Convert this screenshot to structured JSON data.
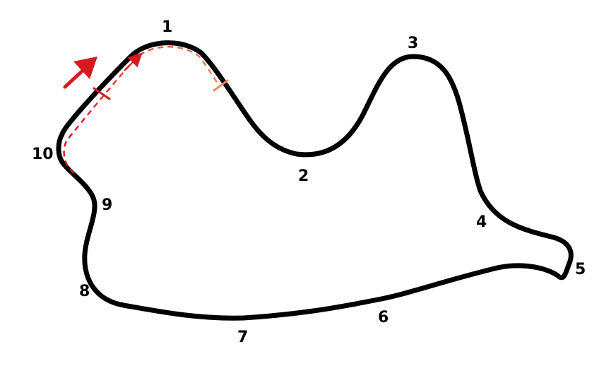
{
  "colors": {
    "track": "#000000",
    "background": "#ffffff",
    "direction_arrow": "#d71920",
    "sector_start": "#d71920",
    "sector_end": "#f08a5d",
    "racing_line_start": "#d71920",
    "racing_line_end": "#f08a5d"
  },
  "icons": {
    "direction": "arrow-up-right-icon"
  },
  "turns": {
    "t1": "1",
    "t2": "2",
    "t3": "3",
    "t4": "4",
    "t5": "5",
    "t6": "6",
    "t7": "7",
    "t8": "8",
    "t9": "9",
    "t10": "10"
  }
}
